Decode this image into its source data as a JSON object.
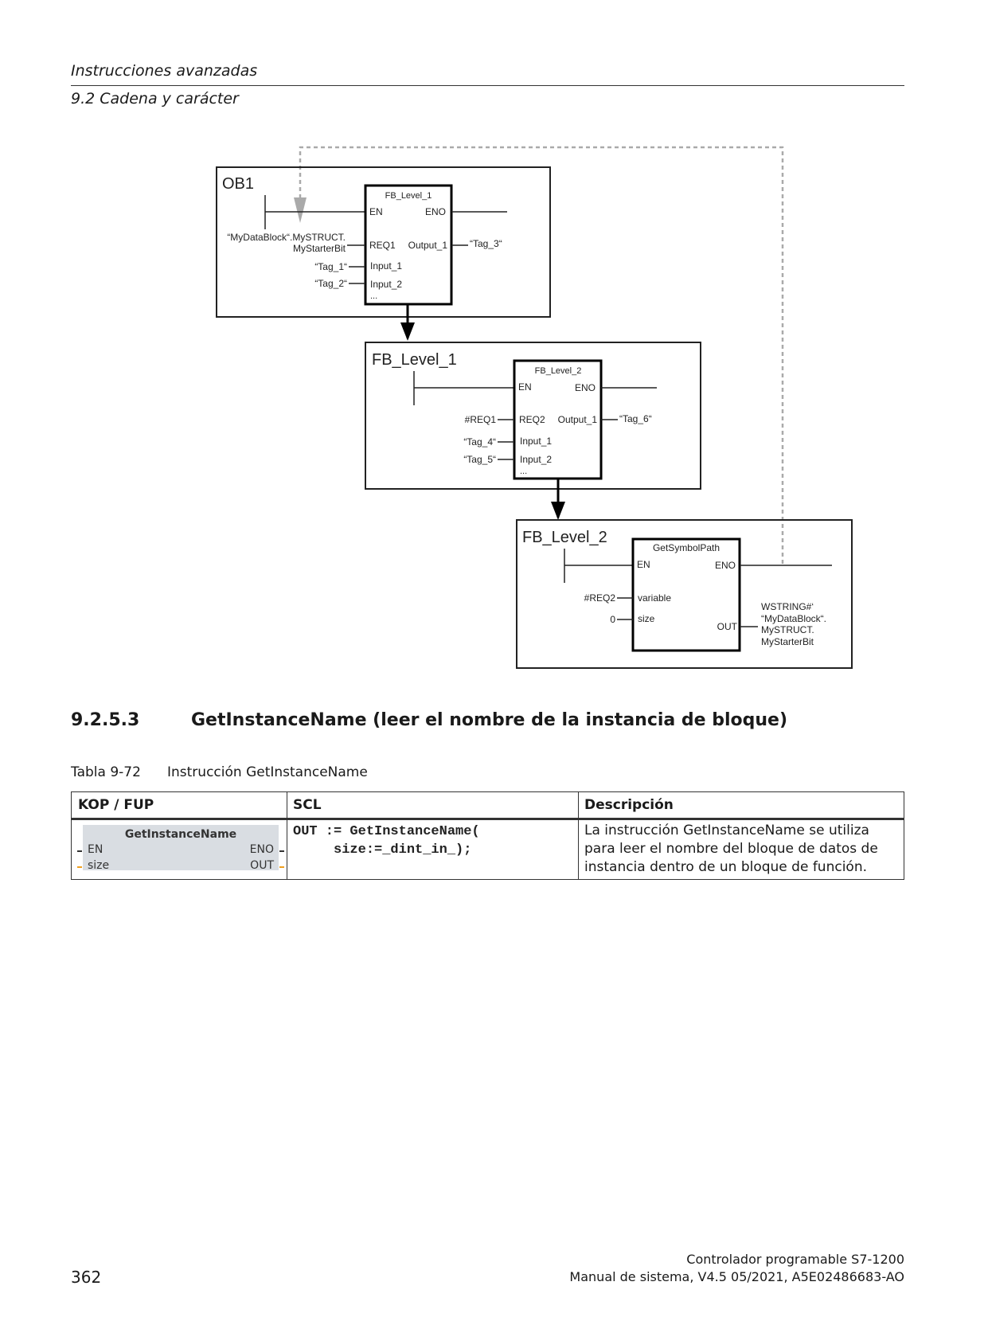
{
  "header": {
    "chapter": "Instrucciones avanzadas",
    "section": "9.2 Cadena y carácter"
  },
  "diagram": {
    "ob1": {
      "title": "OB1",
      "block": "FB_Level_1",
      "en": "EN",
      "eno": "ENO",
      "req_tag_line1": "“MyDataBlock“.MySTRUCT.",
      "req_tag_line2": "MyStarterBit",
      "req_pin": "REQ1",
      "out_pin": "Output_1",
      "out_tag": "“Tag_3“",
      "in1_tag": "“Tag_1“",
      "in1_pin": "Input_1",
      "in2_tag": "“Tag_2“",
      "in2_pin": "Input_2",
      "more": "..."
    },
    "fb1": {
      "title": "FB_Level_1",
      "block": "FB_Level_2",
      "en": "EN",
      "eno": "ENO",
      "req_tag": "#REQ1",
      "req_pin": "REQ2",
      "out_pin": "Output_1",
      "out_tag": "“Tag_6“",
      "in1_tag": "“Tag_4“",
      "in1_pin": "Input_1",
      "in2_tag": "“Tag_5“",
      "in2_pin": "Input_2",
      "more": "..."
    },
    "fb2": {
      "title": "FB_Level_2",
      "block": "GetSymbolPath",
      "en": "EN",
      "eno": "ENO",
      "var_tag": "#REQ2",
      "var_pin": "variable",
      "size_tag": "0",
      "size_pin": "size",
      "out_pin": "OUT",
      "result_line1": "WSTRING#‘",
      "result_line2": "“MyDataBlock“.",
      "result_line3": "MySTRUCT.",
      "result_line4": "MyStarterBit"
    }
  },
  "section": {
    "number": "9.2.5.3",
    "title": "GetInstanceName (leer el nombre de la instancia de bloque)"
  },
  "table": {
    "caption_number": "Tabla 9-72",
    "caption_text": "Instrucción GetInstanceName",
    "headers": [
      "KOP / FUP",
      "SCL",
      "Descripción"
    ],
    "kop": {
      "title": "GetInstanceName",
      "en": "EN",
      "size": "size",
      "eno": "ENO",
      "out": "OUT",
      "pin_color": "#f0a020"
    },
    "scl": "OUT := GetInstanceName(\n     size:=_dint_in_);",
    "description": "La instrucción GetInstanceName se utiliza para leer el nombre del bloque de datos de instancia dentro de un bloque de función."
  },
  "footer": {
    "page": "362",
    "line1": "Controlador programable S7-1200",
    "line2": "Manual de sistema, V4.5 05/2021, A5E02486683-AO"
  }
}
